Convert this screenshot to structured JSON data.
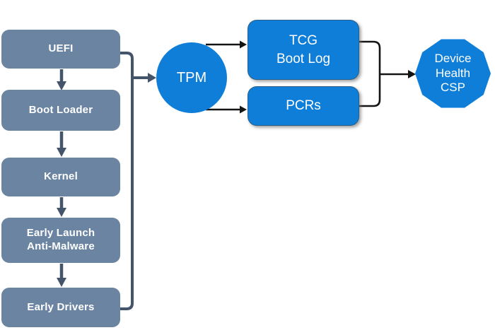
{
  "diagram": {
    "stages": [
      {
        "label": "UEFI"
      },
      {
        "label": "Boot Loader"
      },
      {
        "label": "Kernel"
      },
      {
        "label": "Early Launch\nAnti-Malware"
      },
      {
        "label": "Early Drivers"
      }
    ],
    "tpm": {
      "label": "TPM"
    },
    "records": [
      {
        "label": "TCG\nBoot Log"
      },
      {
        "label": "PCRs"
      }
    ],
    "destination": {
      "label": "Device\nHealth\nCSP"
    },
    "colors": {
      "stage_fill": "#6B84A2",
      "accent_blue": "#0F7ED8",
      "connector_slate": "#44546A",
      "connector_black": "#141414",
      "text": "#FFFFFF"
    }
  }
}
